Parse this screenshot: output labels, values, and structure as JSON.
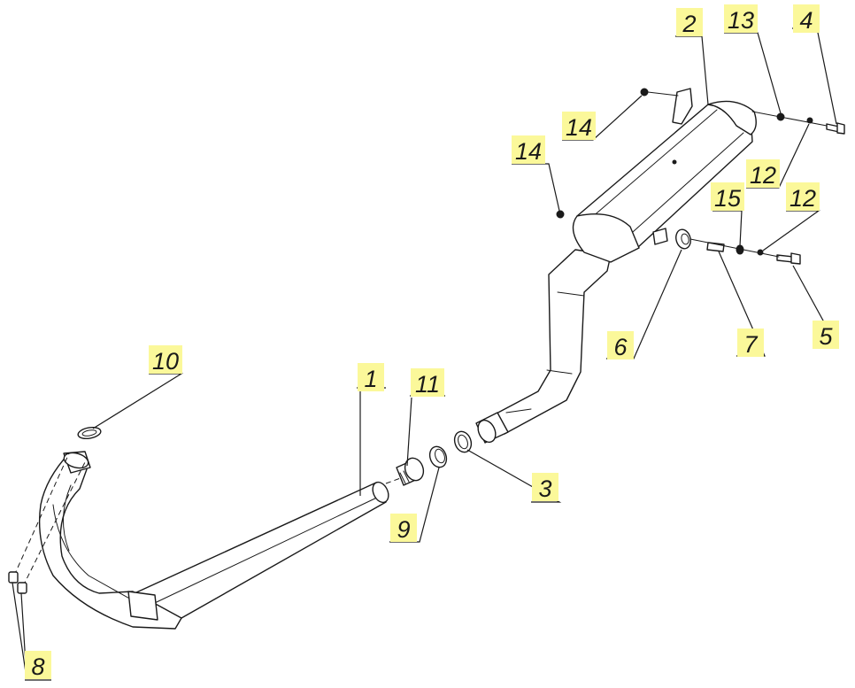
{
  "colors": {
    "label_highlight": "#fbf89a",
    "line": "#1a1a1a",
    "background": "#ffffff"
  },
  "callouts": [
    {
      "id": "c1",
      "number": "1"
    },
    {
      "id": "c2",
      "number": "2"
    },
    {
      "id": "c3",
      "number": "3"
    },
    {
      "id": "c4",
      "number": "4"
    },
    {
      "id": "c5",
      "number": "5"
    },
    {
      "id": "c6",
      "number": "6"
    },
    {
      "id": "c7",
      "number": "7"
    },
    {
      "id": "c8",
      "number": "8"
    },
    {
      "id": "c9",
      "number": "9"
    },
    {
      "id": "c10",
      "number": "10"
    },
    {
      "id": "c11",
      "number": "11"
    },
    {
      "id": "c12a",
      "number": "12"
    },
    {
      "id": "c12b",
      "number": "12"
    },
    {
      "id": "c13",
      "number": "13"
    },
    {
      "id": "c14a",
      "number": "14"
    },
    {
      "id": "c14b",
      "number": "14"
    },
    {
      "id": "c15",
      "number": "15"
    }
  ]
}
